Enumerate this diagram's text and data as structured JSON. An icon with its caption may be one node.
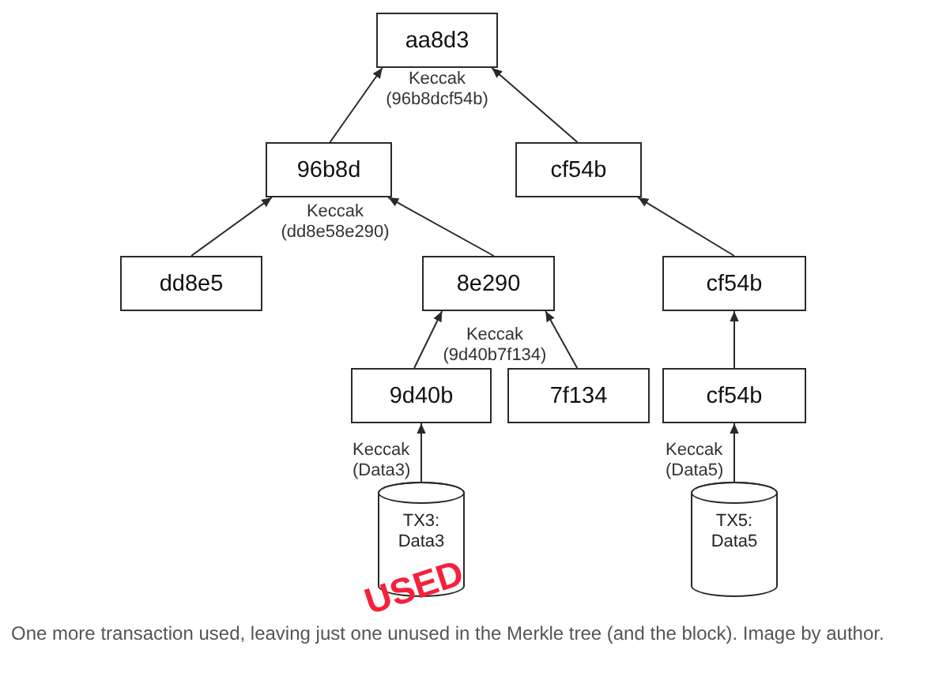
{
  "diagram": {
    "nodes": [
      {
        "text": [
          "aa8d3"
        ],
        "beside": [
          "Keccak (96b8dcf54b)"
        ]
      },
      {
        "text": [
          "96b8d"
        ],
        "beside": [
          "Keccak (dd8e58e290)"
        ]
      },
      {
        "text": [
          "cf54b"
        ]
      },
      {
        "text": [
          "dd8e5"
        ]
      },
      {
        "text": [
          "8e290"
        ]
      },
      {
        "text": [
          "cf54b"
        ]
      },
      {
        "text": [
          "9d40b"
        ]
      },
      {
        "text": [
          "7f134"
        ]
      },
      {
        "text": [
          "cf54b"
        ]
      },
      {
        "text": [
          "TX3: Data3"
        ]
      },
      {
        "text": [
          "TX5: Data5"
        ]
      }
    ],
    "edges": [
      {
        "from": 1,
        "to": 0,
        "arrow": "to"
      },
      {
        "from": 2,
        "to": 0,
        "arrow": "to"
      },
      {
        "from": 3,
        "to": 1,
        "arrow": "to"
      },
      {
        "from": 4,
        "to": 1,
        "arrow": "to"
      },
      {
        "from": 5,
        "to": 2,
        "arrow": "to"
      },
      {
        "from": 6,
        "to": 4,
        "arrow": "to"
      },
      {
        "from": 7,
        "to": 4,
        "arrow": "to"
      },
      {
        "from": 8,
        "to": 5,
        "arrow": "to"
      },
      {
        "from": 9,
        "to": 6,
        "arrow": "to",
        "label": "Keccak (Data3)"
      },
      {
        "from": 10,
        "to": 8,
        "arrow": "to",
        "label": "Keccak (Data5)"
      }
    ],
    "labels": [
      "Keccak (9d40b7f134)",
      "USED"
    ],
    "caption": "One more transaction used, leaving just one unused in the Merkle tree (and the block). Image by author."
  }
}
